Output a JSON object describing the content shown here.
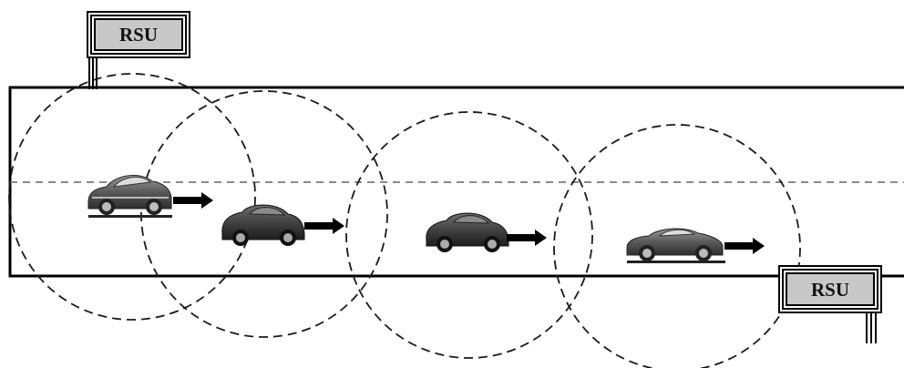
{
  "rsu_top": {
    "label": "RSU"
  },
  "rsu_bottom": {
    "label": "RSU"
  },
  "colors": {
    "road_outline": "#000000",
    "lane_divider": "#8a8a8a",
    "coverage_circle": "#1a1a1a",
    "rsu_fill": "#c8c8c8",
    "car_body": "#555555",
    "arrow": "#000000"
  },
  "vehicles": [
    {
      "icon": "sports-car-icon",
      "direction": "right"
    },
    {
      "icon": "compact-car-icon",
      "direction": "right"
    },
    {
      "icon": "compact-car-icon",
      "direction": "right"
    },
    {
      "icon": "sports-car-icon",
      "direction": "right"
    }
  ]
}
